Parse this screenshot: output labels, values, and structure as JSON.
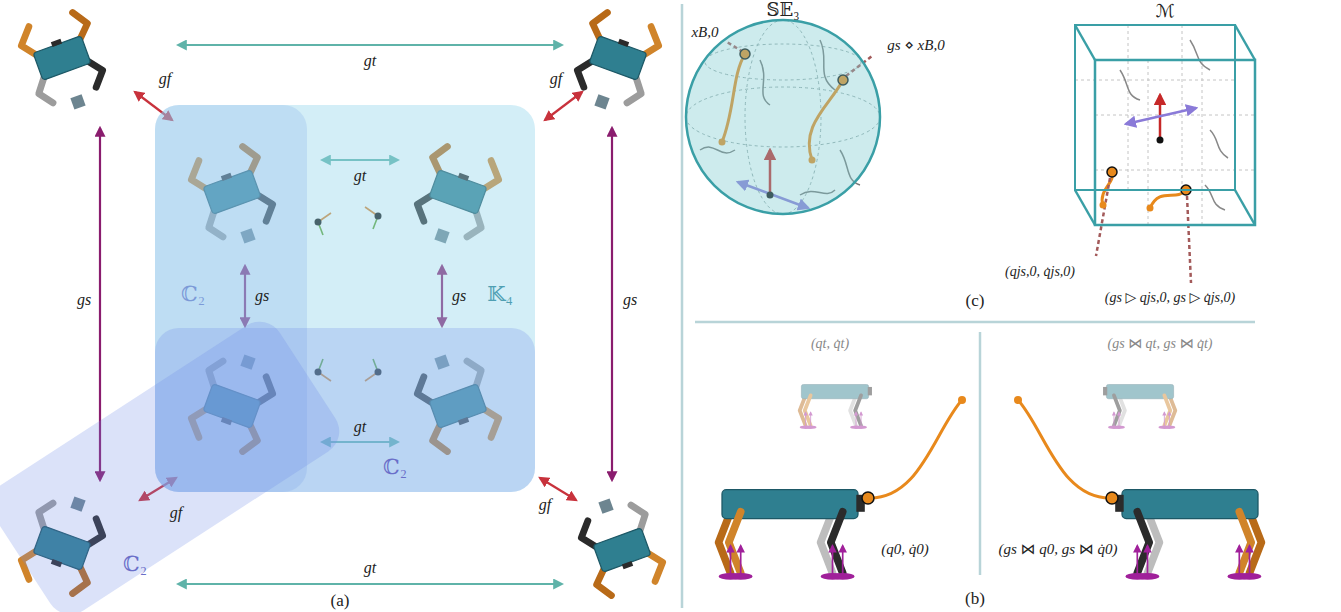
{
  "diagram": {
    "nodes": [
      {
        "text": [
          "ℂ₂"
        ]
      },
      {
        "text": [
          "𝕂₄"
        ]
      },
      {
        "text": [
          "ℂ₂"
        ]
      },
      {
        "text": [
          "ℂ₂"
        ]
      },
      {
        "text": [
          "𝕊𝔼₃"
        ]
      },
      {
        "text": [
          "ℳ"
        ]
      }
    ],
    "labels": [
      "gt",
      "gf",
      "gf",
      "gt",
      "gs",
      "gs",
      "gs",
      "gs",
      "gt",
      "gf",
      "gf",
      "gt",
      "(a)",
      "xB,0",
      "gs ⋄ xB,0",
      "(qjs,0, q̇js,0)",
      "(gs ▷ qjs,0, gs ▷ q̇js,0)",
      "(c)",
      "(qt, q̇t)",
      "(gs ⋈ qt, gs ⋈ q̇t)",
      "(q0, q̇0)",
      "(gs ⋈ q0, gs ⋈ q̇0)",
      "(b)"
    ]
  }
}
